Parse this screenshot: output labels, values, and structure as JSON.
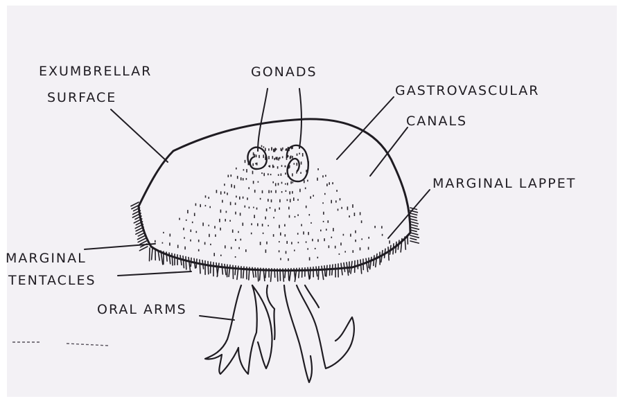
{
  "labels": {
    "exumbrellar_line1": "EXUMBRELLAR",
    "exumbrellar_line2": "SURFACE",
    "gonads": "GONADS",
    "gastrovascular_line1": "GASTROVASCULAR",
    "gastrovascular_line2": "CANALS",
    "marginal_lappet": "MARGINAL LAPPET",
    "marginal_tentacles_line1": "MARGINAL",
    "marginal_tentacles_line2": "TENTACLES",
    "oral_arms": "ORAL ARMS"
  },
  "colors": {
    "paper": "#f3f1f5",
    "ink": "#1f1c22"
  }
}
